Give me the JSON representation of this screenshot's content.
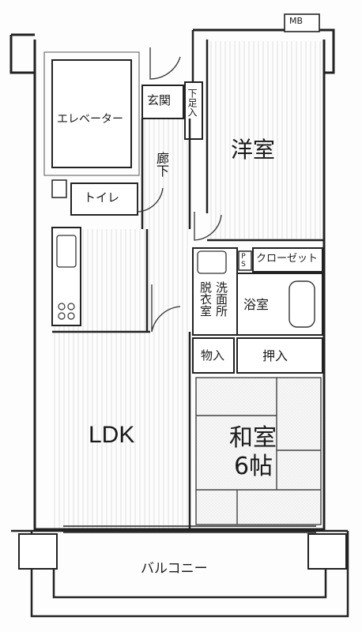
{
  "labels": {
    "mb": "MB",
    "elevator": "エレベーター",
    "entrance": "玄関",
    "shoe_closet": "下足入",
    "corridor": "廊下",
    "western_room": "洋室",
    "toilet": "トイレ",
    "ps": "PS",
    "closet": "クローゼット",
    "washroom": "脱衣室",
    "washroom_col2": "洗面所",
    "bathroom": "浴室",
    "storage": "物入",
    "oshiire": "押入",
    "ldk": "LDK",
    "japanese_room": "和室",
    "japanese_room_size": "6帖",
    "balcony": "バルコニー"
  }
}
